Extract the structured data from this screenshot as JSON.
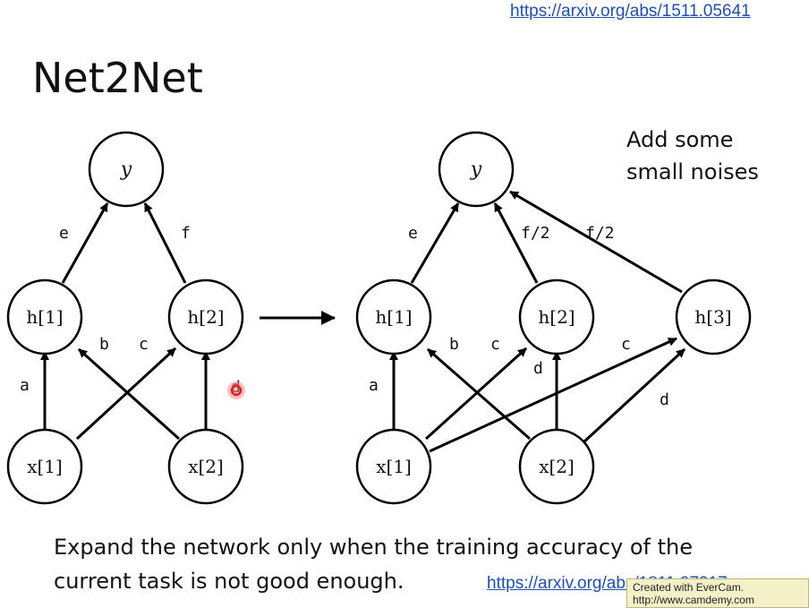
{
  "top_link": "https://arxiv.org/abs/1511.05641",
  "title": "Net2Net",
  "note_lines": [
    "Add some",
    "small noises"
  ],
  "caption_lines": [
    "Expand the network only when the training accuracy of the",
    "current task is not good enough."
  ],
  "bottom_link": "https://arxiv.org/abs/1811.07017",
  "watermark": {
    "line1": "Created with EverCam.",
    "line2": "http://www.camdemy.com"
  },
  "left_network": {
    "nodes": {
      "y": "y",
      "h1": "h[1]",
      "h2": "h[2]",
      "x1": "x[1]",
      "x2": "x[2]"
    },
    "edges": {
      "a": "a",
      "b": "b",
      "c": "c",
      "d": "d",
      "e": "e",
      "f": "f"
    }
  },
  "right_network": {
    "nodes": {
      "y": "y",
      "h1": "h[1]",
      "h2": "h[2]",
      "h3": "h[3]",
      "x1": "x[1]",
      "x2": "x[2]"
    },
    "edges": {
      "a": "a",
      "b": "b",
      "c1": "c",
      "d1": "d",
      "c2": "c",
      "d2": "d",
      "e": "e",
      "f1": "f/2",
      "f2": "f/2"
    }
  }
}
